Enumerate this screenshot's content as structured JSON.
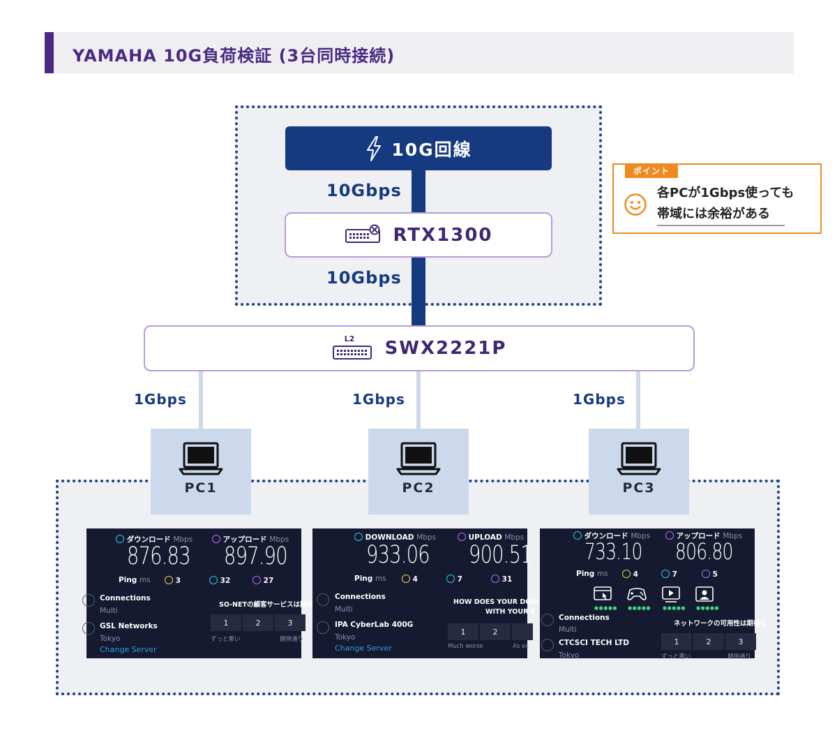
{
  "header": {
    "title": "YAMAHA 10G負荷検証 (3台同時接続)"
  },
  "colors": {
    "accent": "#4a2a82",
    "navy": "#163a80",
    "orange": "#ee8a1f"
  },
  "topology": {
    "line": {
      "label": "10G回線",
      "icon": "lightning-icon"
    },
    "speed_line_router": "10Gbps",
    "router": {
      "label": "RTX1300",
      "icon": "router-icon"
    },
    "speed_router_switch": "10Gbps",
    "switch": {
      "label": "SWX2221P",
      "badge": "L2",
      "icon": "switch-icon"
    },
    "pcs": [
      {
        "label": "PC1",
        "link_speed": "1Gbps"
      },
      {
        "label": "PC2",
        "link_speed": "1Gbps"
      },
      {
        "label": "PC3",
        "link_speed": "1Gbps"
      }
    ]
  },
  "point": {
    "badge": "ポイント",
    "line1": "各PCが1Gbps使っても",
    "line2": "帯域には余裕がある"
  },
  "speedtests": [
    {
      "down_label": "ダウンロード",
      "up_label": "アップロード",
      "unit": "Mbps",
      "down": "876.83",
      "up": "897.90",
      "ping_label": "Ping",
      "ping_unit": "ms",
      "ping": "3",
      "ping_down": "32",
      "ping_up": "27",
      "connections_label": "Connections",
      "connections_value": "Multi",
      "isp": "GSL Networks",
      "city": "Tokyo",
      "change": "Change Server",
      "survey": "SO-NETの顧客サービスは期待",
      "scale": [
        "1",
        "2",
        "3"
      ],
      "scale_low": "ずっと悪い",
      "scale_high": "期待通り"
    },
    {
      "down_label": "DOWNLOAD",
      "up_label": "UPLOAD",
      "unit": "Mbps",
      "down": "933.06",
      "up": "900.51",
      "ping_label": "Ping",
      "ping_unit": "ms",
      "ping": "4",
      "ping_down": "7",
      "ping_up": "31",
      "connections_label": "Connections",
      "connections_value": "Multi",
      "isp": "IPA CyberLab 400G",
      "city": "Tokyo",
      "change": "Change Server",
      "survey1": "HOW DOES YOUR DOW",
      "survey2": "WITH YOUR E",
      "scale": [
        "1",
        "2"
      ],
      "scale_low": "Much worse",
      "scale_high": "As ex"
    },
    {
      "down_label": "ダウンロード",
      "up_label": "アップロード",
      "unit": "Mbps",
      "down": "733.10",
      "up": "806.80",
      "ping_label": "Ping",
      "ping_unit": "ms",
      "ping": "4",
      "ping_down": "7",
      "ping_up": "5",
      "connections_label": "Connections",
      "connections_value": "Multi",
      "isp": "CTCSCI TECH LTD",
      "city": "Tokyo",
      "survey": "ネットワークの可用性は期待と",
      "scale": [
        "1",
        "2",
        "3"
      ],
      "scale_low": "ずっと悪い",
      "scale_high": "期待通り"
    }
  ]
}
